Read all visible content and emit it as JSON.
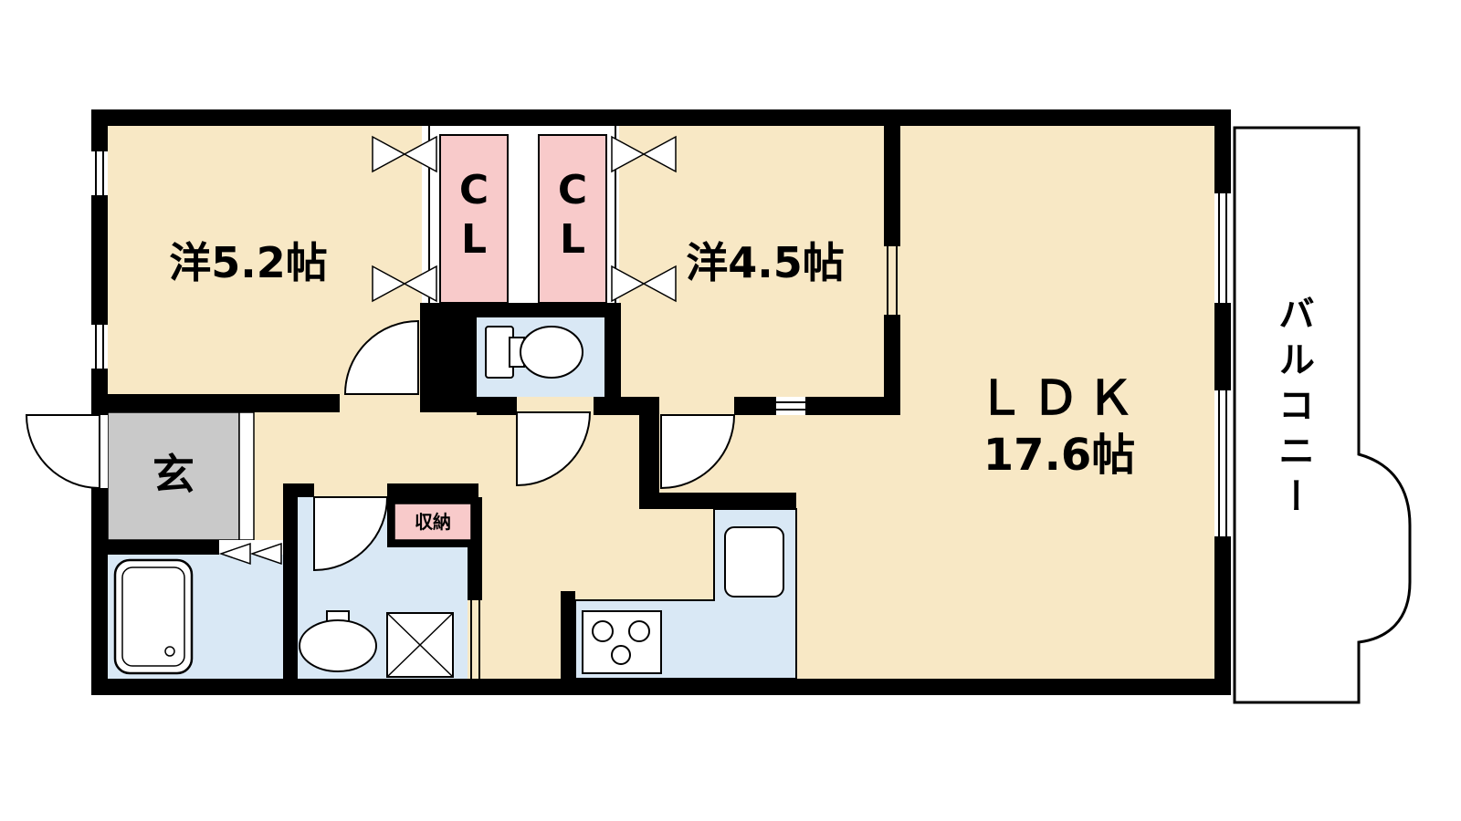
{
  "labels": {
    "western1": "洋5.2帖",
    "western2": "洋4.5帖",
    "ldk_name": "ＬＤＫ",
    "ldk_size": "17.6帖",
    "cl1_c": "C",
    "cl1_l": "L",
    "cl2_c": "C",
    "cl2_l": "L",
    "balcony": "バルコニー",
    "entrance": "玄",
    "storage": "収納"
  },
  "colors": {
    "floor": "#f8e8c5",
    "closet": "#f8caca",
    "wet_area": "#d9e8f5",
    "entrance_floor": "#c9c9c9",
    "wall": "#000000",
    "background": "#ffffff"
  }
}
